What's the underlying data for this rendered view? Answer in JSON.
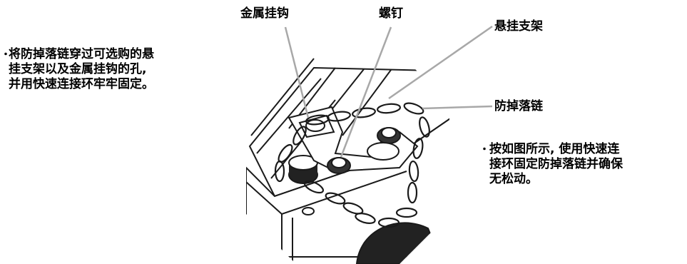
{
  "labels": {
    "metal_hook": "金属挂钩",
    "screw": "螺钉",
    "hanging_bracket": "悬挂支架",
    "anti_drop_chain": "防掉落链"
  },
  "notes": {
    "left": {
      "bullet": "・",
      "lines": [
        "将防掉落链穿过可选购的悬",
        "挂支架以及金属挂钩的孔,",
        "并用快速连接环牢牢固定。"
      ]
    },
    "right": {
      "bullet": "・",
      "lines": [
        "按如图所示, 使用快速连",
        "接环固定防掉落链并确保",
        "无松动。"
      ]
    }
  },
  "colors": {
    "outline": "#1a1a1a",
    "leader_line": "#a8a8a8",
    "device_face": "#ffffff",
    "shadow": "#222222"
  }
}
